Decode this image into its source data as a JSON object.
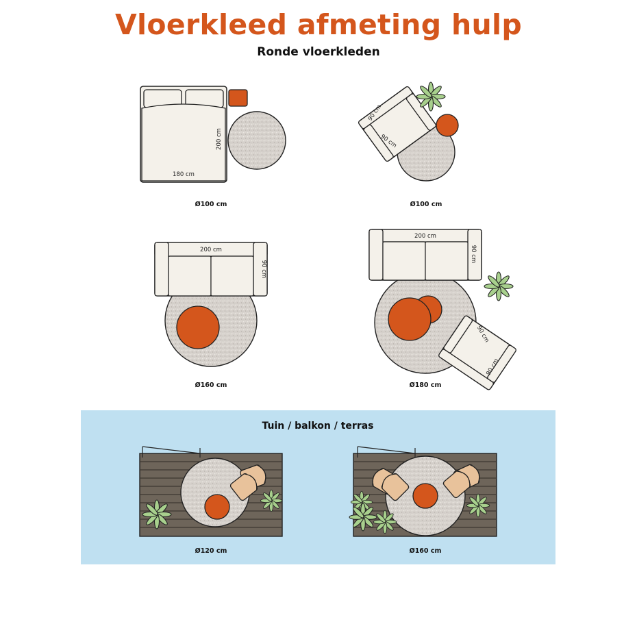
{
  "page": {
    "title": "Vloerkleed afmeting hulp",
    "subtitle": "Ronde vloerkleden"
  },
  "scenes": {
    "bedroom": {
      "bed_width": "180 cm",
      "bed_length": "200 cm",
      "caption": "Ø100 cm"
    },
    "armchair": {
      "depth": "90 cm",
      "width": "90 cm",
      "caption": "Ø100 cm"
    },
    "sofa": {
      "width": "200 cm",
      "depth": "90 cm",
      "caption": "Ø160 cm"
    },
    "lounge": {
      "sofa_width": "200 cm",
      "sofa_depth": "90 cm",
      "chair_depth": "90 cm",
      "chair_width": "90 cm",
      "caption": "Ø180 cm"
    }
  },
  "outdoor": {
    "heading": "Tuin / balkon / terras",
    "small": {
      "caption": "Ø120 cm"
    },
    "large": {
      "caption": "Ø160 cm"
    }
  },
  "colors": {
    "accent": "#d4561c",
    "rug": "#d6d1cc",
    "furniture": "#f4f1ea",
    "outline": "#222222",
    "panel": "#bfe0f1",
    "deck": "#6e655a",
    "plant": "#a8d08d",
    "chair": "#e8c29b"
  }
}
